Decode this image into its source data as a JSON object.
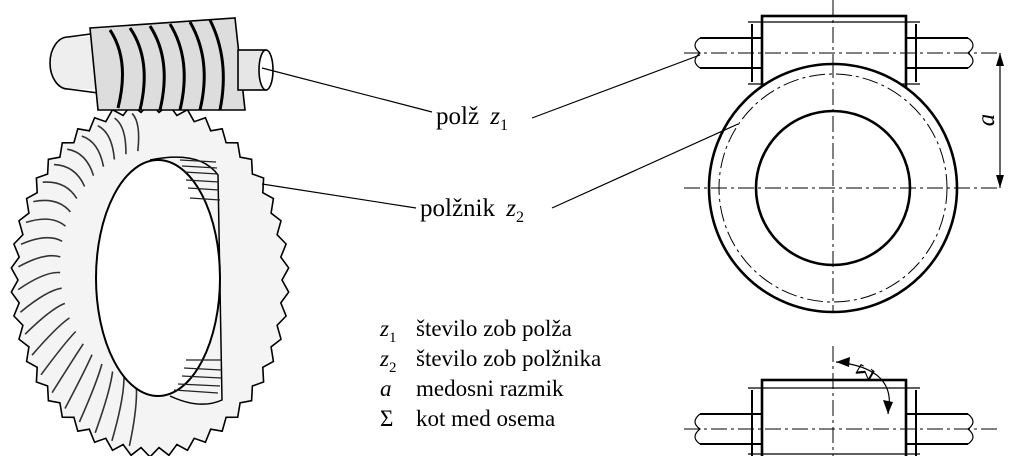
{
  "callouts": {
    "worm": {
      "name": "polž",
      "symbol": "z",
      "subscript": "1"
    },
    "wheel": {
      "name": "polžnik",
      "symbol": "z",
      "subscript": "2"
    }
  },
  "dimension_label": "a",
  "angle_label": "Σ",
  "legend": [
    {
      "symbol": "z",
      "subscript": "1",
      "text": "število zob polža"
    },
    {
      "symbol": "z",
      "subscript": "2",
      "text": "število zob polžnika"
    },
    {
      "symbol": "a",
      "subscript": "",
      "text": "medosni razmik"
    },
    {
      "symbol": "Σ",
      "subscript": "",
      "text": "kot med osema"
    }
  ],
  "colors": {
    "ink": "#000000",
    "shade": "#555555",
    "paper": "#ffffff"
  }
}
